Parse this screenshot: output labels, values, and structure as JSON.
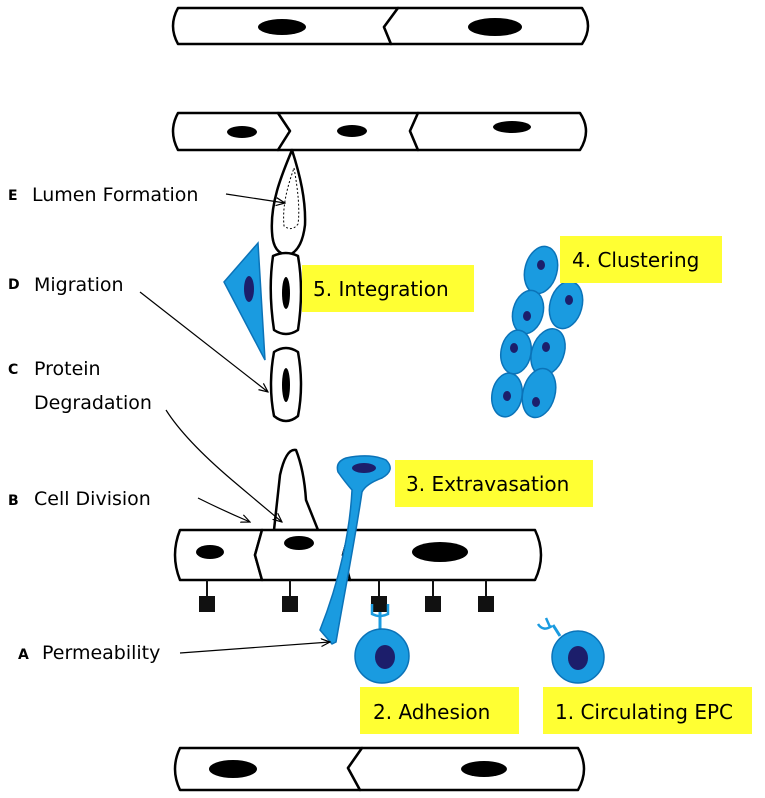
{
  "colors": {
    "epc_fill": "#1a9be0",
    "epc_nucleus": "#1c1e6b",
    "highlight": "#ffff33",
    "receptor": "#111111"
  },
  "steps": [
    {
      "id": "circulating",
      "label": "1. Circulating EPC"
    },
    {
      "id": "adhesion",
      "label": "2. Adhesion"
    },
    {
      "id": "extravasation",
      "label": "3. Extravasation"
    },
    {
      "id": "clustering",
      "label": "4. Clustering"
    },
    {
      "id": "integration",
      "label": "5. Integration"
    }
  ],
  "processes": [
    {
      "letter": "E",
      "label": "Lumen Formation"
    },
    {
      "letter": "D",
      "label": "Migration"
    },
    {
      "letter": "C",
      "label_line1": "Protein",
      "label_line2": "Degradation"
    },
    {
      "letter": "B",
      "label": "Cell Division"
    },
    {
      "letter": "A",
      "label": "Permeability"
    }
  ]
}
